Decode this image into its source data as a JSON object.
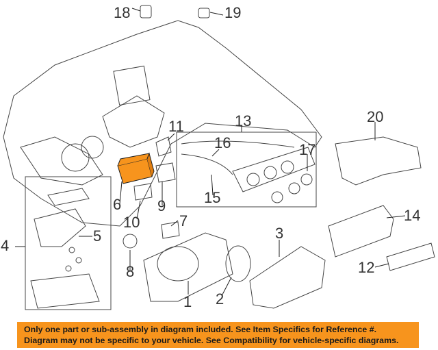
{
  "callouts": {
    "c1": "1",
    "c2": "2",
    "c3": "3",
    "c4": "4",
    "c5": "5",
    "c6": "6",
    "c7": "7",
    "c8": "8",
    "c9": "9",
    "c10": "10",
    "c11": "11",
    "c12": "12",
    "c13": "13",
    "c14": "14",
    "c15": "15",
    "c16": "16",
    "c17": "17",
    "c18": "18",
    "c19": "19",
    "c20": "20"
  },
  "highlight_color": "#f7941d",
  "banner": {
    "line1": "Only one part or sub-assembly in diagram included. See Item Specifics for Reference #.",
    "line2": "Diagram may not be specific to your vehicle. See Compatibility for vehicle-specific diagrams."
  }
}
